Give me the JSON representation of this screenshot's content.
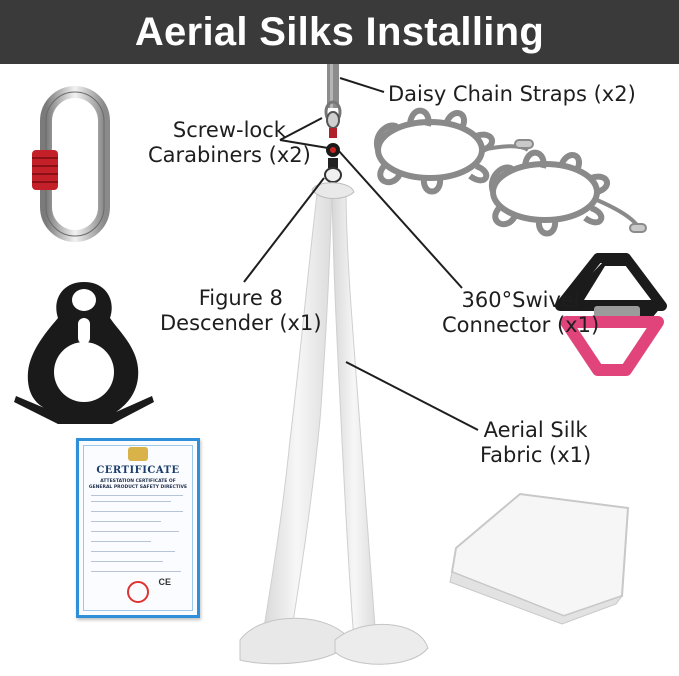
{
  "header": {
    "title": "Aerial Silks Installing"
  },
  "labels": {
    "daisy_chain": "Daisy Chain Straps (x2)",
    "carabiners_line1": "Screw-lock",
    "carabiners_line2": "Carabiners (x2)",
    "descender_line1": "Figure 8",
    "descender_line2": "Descender (x1)",
    "swivel_line1": "360°Swivel",
    "swivel_line2": "Connector (x1)",
    "fabric_line1": "Aerial Silk",
    "fabric_line2": "Fabric (x1)"
  },
  "certificate": {
    "title": "CERTIFICATE",
    "subtitle1": "ATTESTATION CERTIFICATE OF",
    "subtitle2": "GENERAL PRODUCT SAFETY DIRECTIVE",
    "mark": "CE"
  },
  "colors": {
    "header_bg": "#3a3a3a",
    "carabiner_lock": "#c4202a",
    "swivel_top": "#1b1b1b",
    "swivel_bottom": "#e0447a",
    "descender": "#1a1a1a",
    "certificate_border": "#2f8fd8"
  },
  "icons": [
    "carabiner-icon",
    "figure8-descender-icon",
    "daisy-chain-icon",
    "swivel-icon",
    "silk-fabric-icon",
    "certificate-icon"
  ]
}
